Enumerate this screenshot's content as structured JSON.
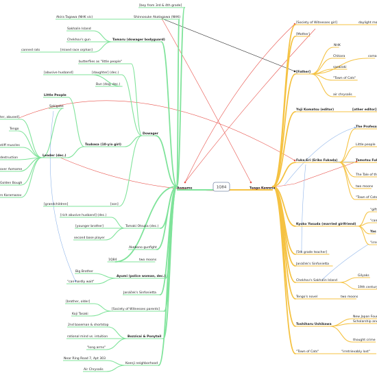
{
  "colors": {
    "left_branch": "#7fe39a",
    "right_branch": "#f5c242",
    "link_red": "#e8514a",
    "link_blue": "#8fb5ea",
    "link_black": "#222222",
    "center_border": "#7a8aa8"
  },
  "center": {
    "label": "1Q84"
  },
  "left_root": {
    "label": "Aomame"
  },
  "right_root": {
    "label": "Tengo Kawana"
  },
  "left_nodes": [
    {
      "id": "boy",
      "label": "[boy from 3rd & 4th grade]",
      "bold": false
    },
    {
      "id": "shinozaka",
      "label": "Shinnosuke Akatagawa (NHK)",
      "bold": false
    },
    {
      "id": "akira",
      "label": "Akira Tagawa (NHK vic)",
      "bold": false
    },
    {
      "id": "sakhalin_l",
      "label": "Sakhalin Island",
      "bold": false
    },
    {
      "id": "tamaru",
      "label": "Tamaru (dowager bodyguard)",
      "bold": true
    },
    {
      "id": "chekhov",
      "label": "Chekhov's gun",
      "bold": false
    },
    {
      "id": "mixed_orphan",
      "label": "[mixed race orphan]",
      "bold": false
    },
    {
      "id": "canned_rats",
      "label": "canned rats",
      "bold": false
    },
    {
      "id": "butterflies",
      "label": "butterflies as \"little people\"",
      "bold": false
    },
    {
      "id": "abusive_husband",
      "label": "[abusive husband]",
      "bold": false
    },
    {
      "id": "daughter",
      "label": "[daughter] (dec.)",
      "bold": false
    },
    {
      "id": "bun",
      "label": "Bun (dog, dec.)",
      "bold": false
    },
    {
      "id": "little_people",
      "label": "Little People",
      "bold": true
    },
    {
      "id": "dowager",
      "label": "Dowager",
      "bold": true
    },
    {
      "id": "sakigake",
      "label": "Sakigake",
      "bold": false
    },
    {
      "id": "ter_abused",
      "label": "ter, abused]",
      "bold": false
    },
    {
      "id": "tengo_l",
      "label": "Tengo",
      "bold": false
    },
    {
      "id": "stiff_muscles",
      "label": "stiff muscles",
      "bold": false
    },
    {
      "id": "tsubasa",
      "label": "Tsubasa (10-y/o girl)",
      "bold": true
    },
    {
      "id": "destruction",
      "label": "destruction",
      "bold": false
    },
    {
      "id": "leader",
      "label": "Leader (dec.)",
      "bold": true
    },
    {
      "id": "over_aomame",
      "label": "over Aomame",
      "bold": false
    },
    {
      "id": "golden_bough",
      "label": "Golden Bough",
      "bold": false
    },
    {
      "id": "karamazov",
      "label": "rs Karamazov",
      "bold": false
    },
    {
      "id": "grandchildren",
      "label": "[grandchildren]",
      "bold": false
    },
    {
      "id": "son",
      "label": "[son]",
      "bold": false
    },
    {
      "id": "rich_husband",
      "label": "[rich abusive husband] (dec.)",
      "bold": false
    },
    {
      "id": "younger_brother",
      "label": "[younger brother]",
      "bold": false
    },
    {
      "id": "tamaki",
      "label": "Tamaki Otsuka (dec.)",
      "bold": false
    },
    {
      "id": "second_base",
      "label": "second base player",
      "bold": false
    },
    {
      "id": "akebono",
      "label": "Akebono gunfight",
      "bold": false
    },
    {
      "id": "q1984_l",
      "label": "1Q84",
      "bold": false
    },
    {
      "id": "two_moons_l",
      "label": "two moons",
      "bold": false
    },
    {
      "id": "big_brother",
      "label": "Big Brother",
      "bold": false
    },
    {
      "id": "ayumi",
      "label": "Ayumi (police woman, dec.)",
      "bold": true
    },
    {
      "id": "cant_wait",
      "label": "\"can hardly wait\"",
      "bold": false
    },
    {
      "id": "janacek_l",
      "label": "Janáček's Sinfonietta",
      "bold": false
    },
    {
      "id": "brother_older",
      "label": "[brother, older]",
      "bold": false
    },
    {
      "id": "society_parents",
      "label": "[Society of Witnesses parents]",
      "bold": false
    },
    {
      "id": "koji",
      "label": "Koji Tasaki",
      "bold": false
    },
    {
      "id": "baseman",
      "label": "2nd baseman & shortstop",
      "bold": false
    },
    {
      "id": "rational",
      "label": "rational mind vs. intuition",
      "bold": false
    },
    {
      "id": "bozzicai",
      "label": "Bozzicai & Ponytail",
      "bold": true
    },
    {
      "id": "long_arms",
      "label": "\"long arms\"",
      "bold": false
    },
    {
      "id": "near_ring",
      "label": "Near Ring Road 7, Apt 303",
      "bold": false
    },
    {
      "id": "koenji",
      "label": "Koenji neighborhood",
      "bold": false
    },
    {
      "id": "air_chrysalis_l",
      "label": "Air Chrysalis",
      "bold": false
    }
  ],
  "right_nodes": [
    {
      "id": "society_girl",
      "label": "[Society of Witnesses girl]",
      "bold": false
    },
    {
      "id": "daylight",
      "label": "daylight moo",
      "bold": false
    },
    {
      "id": "mother",
      "label": "[Mother]",
      "bold": false
    },
    {
      "id": "nhk",
      "label": "NHK",
      "bold": false
    },
    {
      "id": "chikara",
      "label": "Chikara",
      "bold": false
    },
    {
      "id": "coma",
      "label": "coma",
      "bold": false
    },
    {
      "id": "father",
      "label": "[Father]",
      "bold": true
    },
    {
      "id": "sasazaki",
      "label": "sasazaki",
      "bold": false
    },
    {
      "id": "town_cats1",
      "label": "\"Town of Cats\"",
      "bold": false
    },
    {
      "id": "air_chrysalis_r",
      "label": "air chrysalis",
      "bold": false
    },
    {
      "id": "yuji",
      "label": "Yuji Komatsu (editor)",
      "bold": true
    },
    {
      "id": "other_editor",
      "label": "[other editor]",
      "bold": true
    },
    {
      "id": "professor",
      "label": "The Professor",
      "bold": true
    },
    {
      "id": "little_people_r",
      "label": "Little people",
      "bold": false
    },
    {
      "id": "fukaeri",
      "label": "Fuka-Eri (Eriko Fukada)",
      "bold": true
    },
    {
      "id": "tamotsu",
      "label": "Tamotsu Fuka",
      "bold": true
    },
    {
      "id": "tale",
      "label": "The Tale of the",
      "bold": false
    },
    {
      "id": "two_moons_r1",
      "label": "two moons",
      "bold": false
    },
    {
      "id": "town_cats2",
      "label": "\"Town of Cats\"",
      "bold": false
    },
    {
      "id": "gift",
      "label": "\"gift",
      "bold": false
    },
    {
      "id": "kyoko",
      "label": "Kyoko Yasuda (married girlfriend)",
      "bold": true
    },
    {
      "id": "can_r",
      "label": "\"can",
      "bold": false
    },
    {
      "id": "yasu",
      "label": "Yas",
      "bold": true
    },
    {
      "id": "irre",
      "label": "\"irre",
      "bold": false
    },
    {
      "id": "teacher",
      "label": "[5th grade teacher]",
      "bold": false
    },
    {
      "id": "janacek_r",
      "label": "Janáček's Sinfonietta",
      "bold": false
    },
    {
      "id": "chekhov_sakhalin",
      "label": "Chekhov's Sakhalin Island",
      "bold": false
    },
    {
      "id": "gilyaks",
      "label": "Gilyaks",
      "bold": false
    },
    {
      "id": "century",
      "label": "19th century",
      "bold": false
    },
    {
      "id": "novel",
      "label": "Tengo's novel",
      "bold": false
    },
    {
      "id": "two_moons_r2",
      "label": "two moons",
      "bold": false
    },
    {
      "id": "new_japan",
      "label": "New Japan Founda",
      "bold": false
    },
    {
      "id": "scholarship",
      "label": "Scholarship and",
      "bold": false
    },
    {
      "id": "ushikawa",
      "label": "Toshiharu Ushikawa",
      "bold": true
    },
    {
      "id": "thought_crime",
      "label": "thought crime",
      "bold": false
    },
    {
      "id": "town_cats3",
      "label": "\"Town of Cats\"",
      "bold": false
    },
    {
      "id": "irretrievable",
      "label": "\"irretrievably lost\"",
      "bold": false
    }
  ]
}
